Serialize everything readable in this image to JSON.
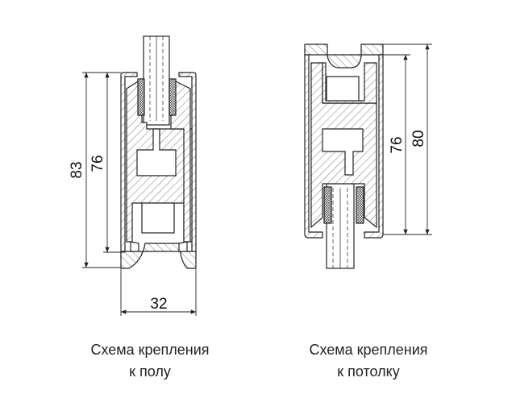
{
  "floor_scheme": {
    "caption_line1": "Схема крепления",
    "caption_line2": "к полу",
    "dimensions": {
      "total_height": "83",
      "inner_height": "76",
      "width": "32"
    }
  },
  "ceiling_scheme": {
    "caption_line1": "Схема крепления",
    "caption_line2": "к потолку",
    "dimensions": {
      "total_height": "80",
      "inner_height": "76"
    }
  },
  "colors": {
    "line": "#222222",
    "background": "#ffffff"
  }
}
